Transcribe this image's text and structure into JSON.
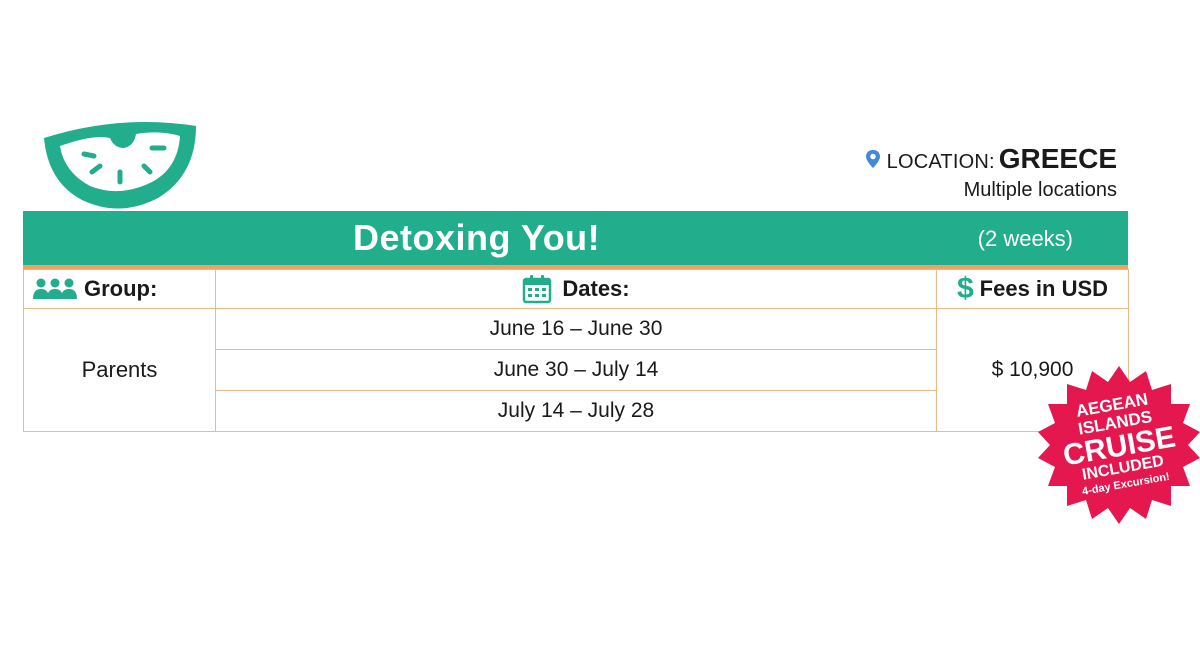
{
  "location": {
    "label": "LOCATION:",
    "value": "GREECE",
    "subtitle": "Multiple locations"
  },
  "banner": {
    "title": "Detoxing You!",
    "duration": "(2 weeks)"
  },
  "table": {
    "headers": {
      "group": "Group:",
      "dates": "Dates:",
      "fees": "Fees in USD"
    },
    "group": "Parents",
    "dates": [
      "June 16 – June 30",
      "June 30 – July 14",
      "July 14 – July 28"
    ],
    "fee": "$ 10,900"
  },
  "badge": {
    "line1": "AEGEAN",
    "line2": "ISLANDS",
    "line3": "CRUISE",
    "line4": "INCLUDED",
    "line5": "4-day Excursion!"
  },
  "colors": {
    "accent": "#22ad8d",
    "rule": "#f0a060",
    "badge": "#e5174f",
    "pin": "#3f8ad8"
  },
  "icons": {
    "logo": "watermelon-slice-icon",
    "location": "map-pin-icon",
    "group": "people-group-icon",
    "dates": "calendar-icon",
    "fees": "dollar-icon"
  }
}
